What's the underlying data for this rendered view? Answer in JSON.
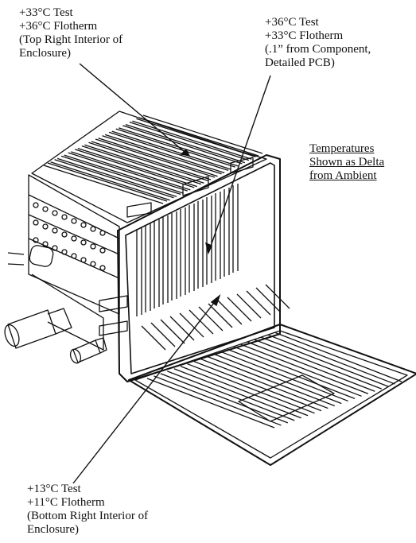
{
  "annotations": {
    "top_left": {
      "lines": [
        "+33°C Test",
        "+36°C Flotherm",
        "(Top Right Interior of",
        "Enclosure)"
      ]
    },
    "top_right": {
      "lines": [
        "+36°C Test",
        "+33°C Flotherm",
        "(.1” from Component,",
        "Detailed PCB)"
      ]
    },
    "bottom": {
      "lines": [
        "+13°C Test",
        "+11°C Flotherm",
        "(Bottom Right Interior of",
        "Enclosure)"
      ]
    }
  },
  "legend": {
    "lines": [
      "Temperatures",
      "Shown as Delta",
      "from Ambient"
    ]
  },
  "colors": {
    "ink": "#111111",
    "background": "#ffffff"
  }
}
